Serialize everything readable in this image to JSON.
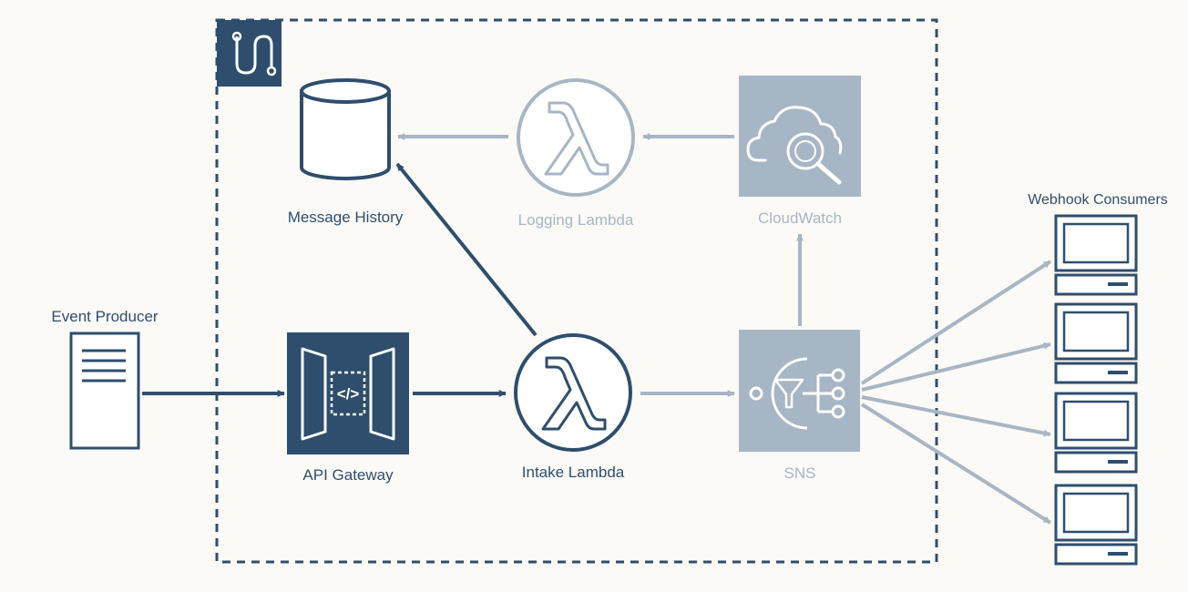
{
  "colors": {
    "dark": "#2f4e6d",
    "light": "#a7b6c4",
    "background": "#fbfaf7",
    "boundary": "#2f4e6d"
  },
  "labels": {
    "event_producer": "Event Producer",
    "api_gateway": "API Gateway",
    "intake_lambda": "Intake Lambda",
    "message_history": "Message History",
    "logging_lambda": "Logging Lambda",
    "cloudwatch": "CloudWatch",
    "sns": "SNS",
    "webhook_consumers": "Webhook Consumers"
  },
  "api_gateway_glyph": "</>",
  "icons": {
    "boundary": "step-functions-icon",
    "event_producer": "server-icon",
    "api_gateway": "api-gateway-icon",
    "intake_lambda": "lambda-icon",
    "message_history": "database-icon",
    "logging_lambda": "lambda-icon",
    "cloudwatch": "cloud-search-icon",
    "sns": "sns-icon",
    "consumer": "monitor-icon"
  },
  "connections": [
    {
      "from": "Event Producer",
      "to": "API Gateway",
      "style": "dark"
    },
    {
      "from": "API Gateway",
      "to": "Intake Lambda",
      "style": "dark"
    },
    {
      "from": "Intake Lambda",
      "to": "Message History",
      "style": "dark"
    },
    {
      "from": "Intake Lambda",
      "to": "SNS",
      "style": "light"
    },
    {
      "from": "SNS",
      "to": "CloudWatch",
      "style": "light"
    },
    {
      "from": "CloudWatch",
      "to": "Logging Lambda",
      "style": "light"
    },
    {
      "from": "Logging Lambda",
      "to": "Message History",
      "style": "light"
    },
    {
      "from": "SNS",
      "to": "Webhook Consumers",
      "style": "light",
      "count": 4
    }
  ]
}
